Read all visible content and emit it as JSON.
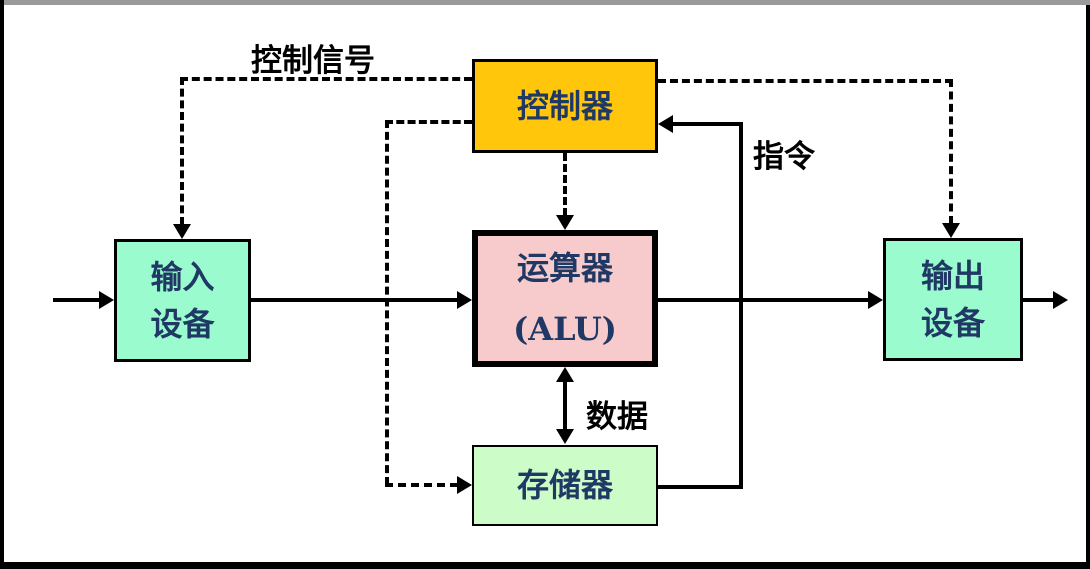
{
  "diagram": {
    "type": "block-diagram",
    "subject": "computer architecture (von Neumann) structure",
    "nodes": {
      "controller": {
        "label": "控制器",
        "fill": "#FFC60B"
      },
      "alu": {
        "label_line1": "运算器",
        "label_line2": "(ALU)",
        "fill": "#F7CBCB"
      },
      "memory": {
        "label": "存储器",
        "fill": "#CCFCC8"
      },
      "input": {
        "label_line1": "输入",
        "label_line2": "设备",
        "fill": "#9AFBCF"
      },
      "output": {
        "label_line1": "输出",
        "label_line2": "设备",
        "fill": "#9AFBCF"
      }
    },
    "edge_labels": {
      "control_signal": "控制信号",
      "instruction": "指令",
      "data": "数据"
    },
    "edges": [
      {
        "from": "outside-left",
        "to": "input",
        "style": "solid-arrow"
      },
      {
        "from": "input",
        "to": "alu",
        "style": "solid-arrow"
      },
      {
        "from": "alu",
        "to": "output",
        "style": "solid-arrow"
      },
      {
        "from": "output",
        "to": "outside-right",
        "style": "solid-arrow"
      },
      {
        "from": "memory",
        "to": "controller",
        "style": "solid-arrow",
        "label": "指令"
      },
      {
        "from": "alu",
        "to": "memory",
        "style": "solid-double-arrow",
        "label": "数据"
      },
      {
        "from": "controller",
        "to": "input",
        "style": "dashed-arrow",
        "label": "控制信号"
      },
      {
        "from": "controller",
        "to": "memory",
        "style": "dashed-arrow"
      },
      {
        "from": "controller",
        "to": "alu",
        "style": "dashed-arrow"
      },
      {
        "from": "controller",
        "to": "output",
        "style": "dashed-arrow"
      }
    ],
    "colors": {
      "node_text": "#1F3864",
      "edge_label_text": "#000000",
      "line": "#000000",
      "background": "#FFFFFF",
      "frame_border": "#000000"
    }
  }
}
